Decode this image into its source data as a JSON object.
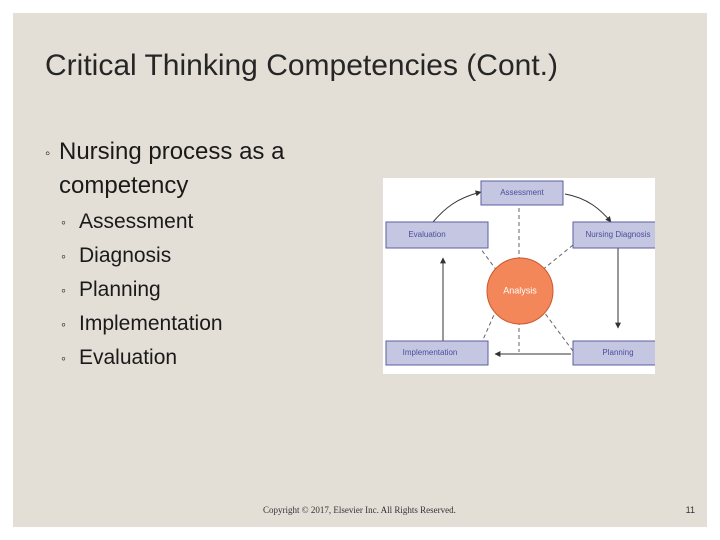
{
  "slide": {
    "title": "Critical Thinking Competencies (Cont.)",
    "bullet": {
      "text": "Nursing process as a competency",
      "marker": "◦",
      "subitems": [
        "Assessment",
        "Diagnosis",
        "Planning",
        "Implementation",
        "Evaluation"
      ]
    },
    "diagram": {
      "center": "Analysis",
      "nodes": {
        "assessment": "Assessment",
        "nursing_diagnosis": "Nursing Diagnosis",
        "planning": "Planning",
        "implementation": "Implementation",
        "evaluation": "Evaluation"
      },
      "colors": {
        "box_fill": "#c4c6e2",
        "box_text": "#4a4f9a",
        "center_fill": "#f3875a",
        "arrow": "#333333",
        "dashed": "#666666"
      }
    },
    "footer": "Copyright © 2017, Elsevier Inc. All Rights Reserved.",
    "page_number": "11"
  }
}
